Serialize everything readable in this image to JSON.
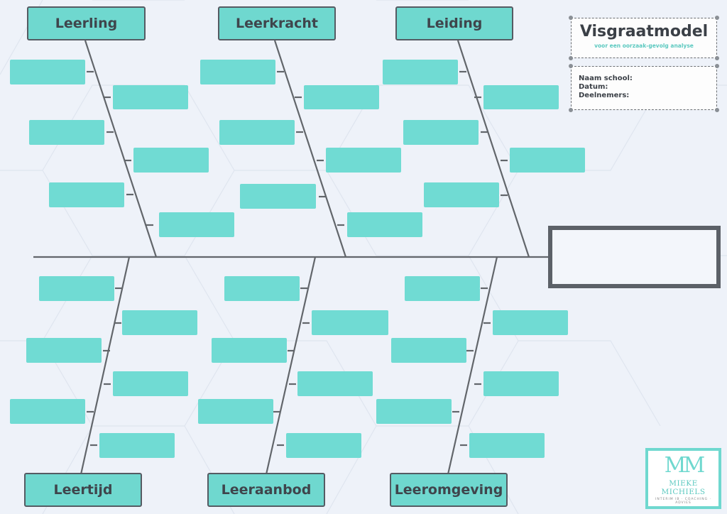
{
  "categories": {
    "top": [
      "Leerling",
      "Leerkracht",
      "Leiding"
    ],
    "bottom": [
      "Leertijd",
      "Leeraanbod",
      "Leeromgeving"
    ]
  },
  "title_card": {
    "title": "Visgraatmodel",
    "subtitle": "voor een oorzaak-gevolg analyse"
  },
  "info_card": {
    "school_label": "Naam school:",
    "date_label": "Datum:",
    "participants_label": "Deelnemers:"
  },
  "logo": {
    "name": "MIEKE MICHIELS",
    "tagline": "INTERIM IB · COACHING · ADVIES"
  },
  "colors": {
    "background": "#eef2f9",
    "teal": "#70dbd3",
    "line": "#62666b",
    "text": "#3f454c"
  }
}
